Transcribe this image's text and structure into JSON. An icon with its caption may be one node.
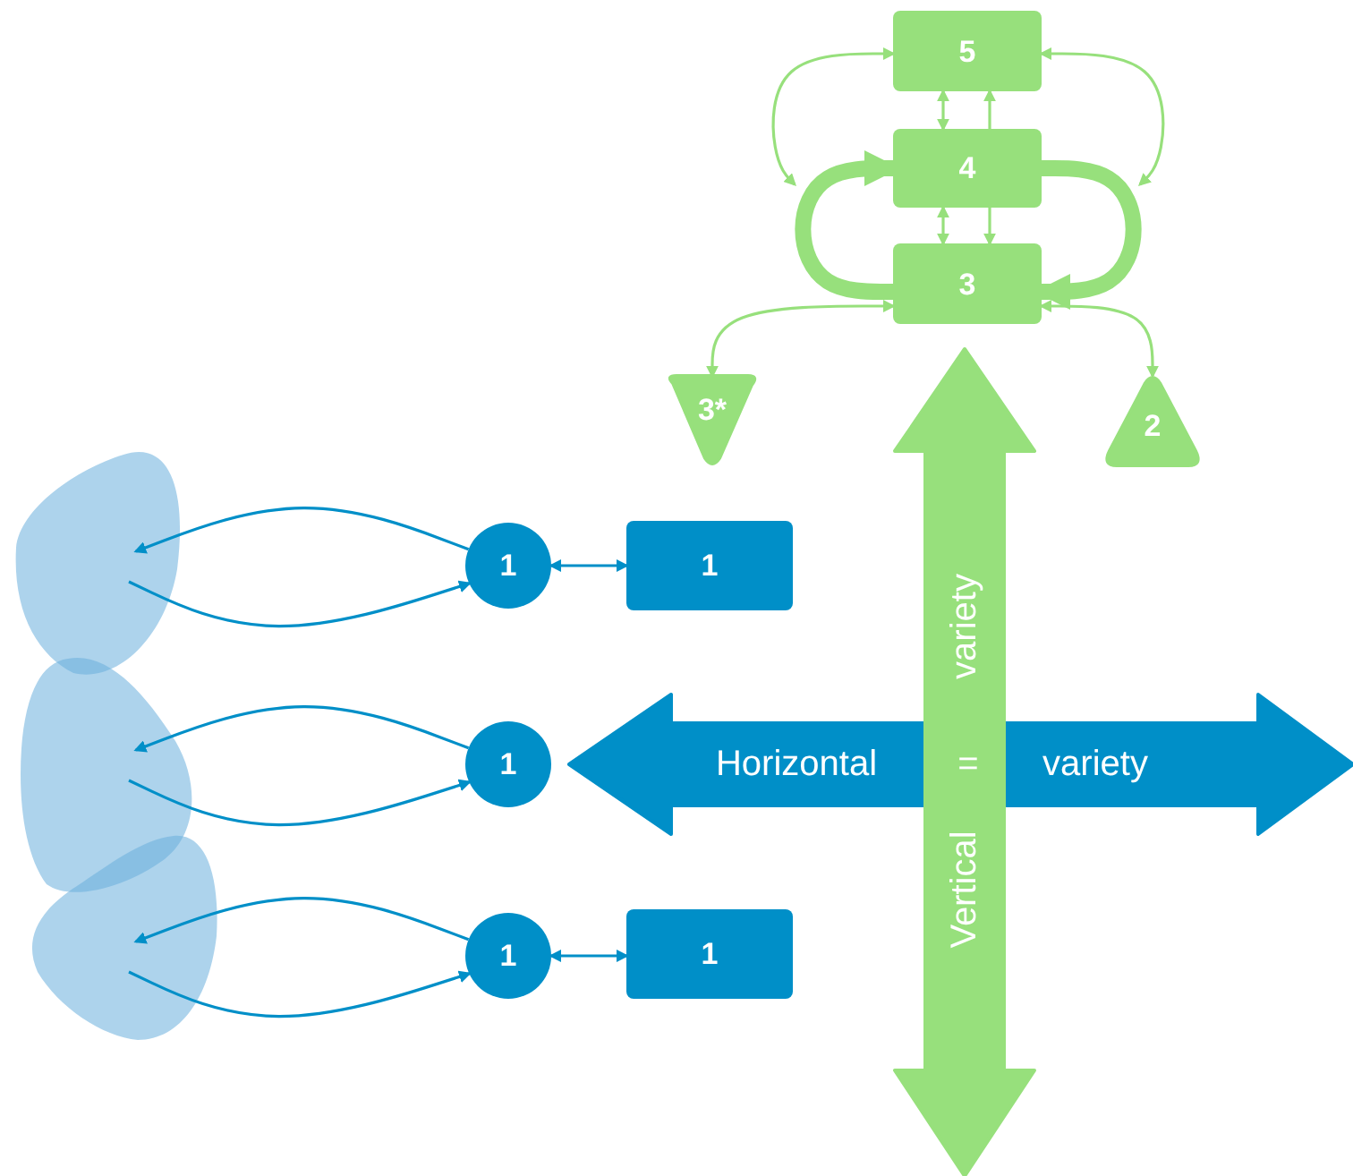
{
  "diagram": {
    "nodes": [
      {
        "text": [
          "5"
        ]
      },
      {
        "text": [
          "4"
        ]
      },
      {
        "text": [
          "3"
        ]
      },
      {
        "text": [
          "3*"
        ]
      },
      {
        "text": [
          "2"
        ]
      },
      {
        "text": [],
        "shape": "blob"
      },
      {
        "text": [],
        "shape": "blob"
      },
      {
        "text": [],
        "shape": "blob"
      },
      {
        "text": [
          "1"
        ]
      },
      {
        "text": [
          "1"
        ]
      },
      {
        "text": [
          "1"
        ]
      },
      {
        "text": [
          "1"
        ]
      },
      {
        "text": [
          "1"
        ]
      },
      {
        "text": [
          "Horizontal",
          "variety"
        ]
      },
      {
        "text": [
          "variety",
          "Vertical"
        ]
      }
    ],
    "edges": [
      {
        "from": 1,
        "to": 0,
        "arrow": "both"
      },
      {
        "from": 1,
        "to": 0,
        "arrow": "to"
      },
      {
        "from": 1,
        "to": 2,
        "arrow": "both"
      },
      {
        "from": 1,
        "to": 2,
        "arrow": "to"
      },
      {
        "from": null,
        "to": 0,
        "arrow": "both"
      },
      {
        "from": null,
        "to": 0,
        "arrow": "both"
      },
      {
        "from": 2,
        "to": 1,
        "arrow": "to",
        "style": "thick"
      },
      {
        "from": 1,
        "to": 2,
        "arrow": "to",
        "style": "thick"
      },
      {
        "from": 2,
        "to": 3,
        "arrow": "both"
      },
      {
        "from": 2,
        "to": 4,
        "arrow": "both"
      },
      {
        "from": 8,
        "to": 5,
        "arrow": "to",
        "color": "#008fc8"
      },
      {
        "from": 5,
        "to": 8,
        "arrow": "to",
        "color": "#008fc8"
      },
      {
        "from": 10,
        "to": 6,
        "arrow": "to",
        "color": "#008fc8"
      },
      {
        "from": 6,
        "to": 10,
        "arrow": "to",
        "color": "#008fc8"
      },
      {
        "from": 11,
        "to": 7,
        "arrow": "to",
        "color": "#008fc8"
      },
      {
        "from": 7,
        "to": 11,
        "arrow": "to",
        "color": "#008fc8"
      },
      {
        "from": 8,
        "to": 9,
        "arrow": "both",
        "color": "#008fc8"
      },
      {
        "from": 11,
        "to": 12,
        "arrow": "both",
        "color": "#008fc8"
      }
    ],
    "labels": [
      "="
    ]
  }
}
